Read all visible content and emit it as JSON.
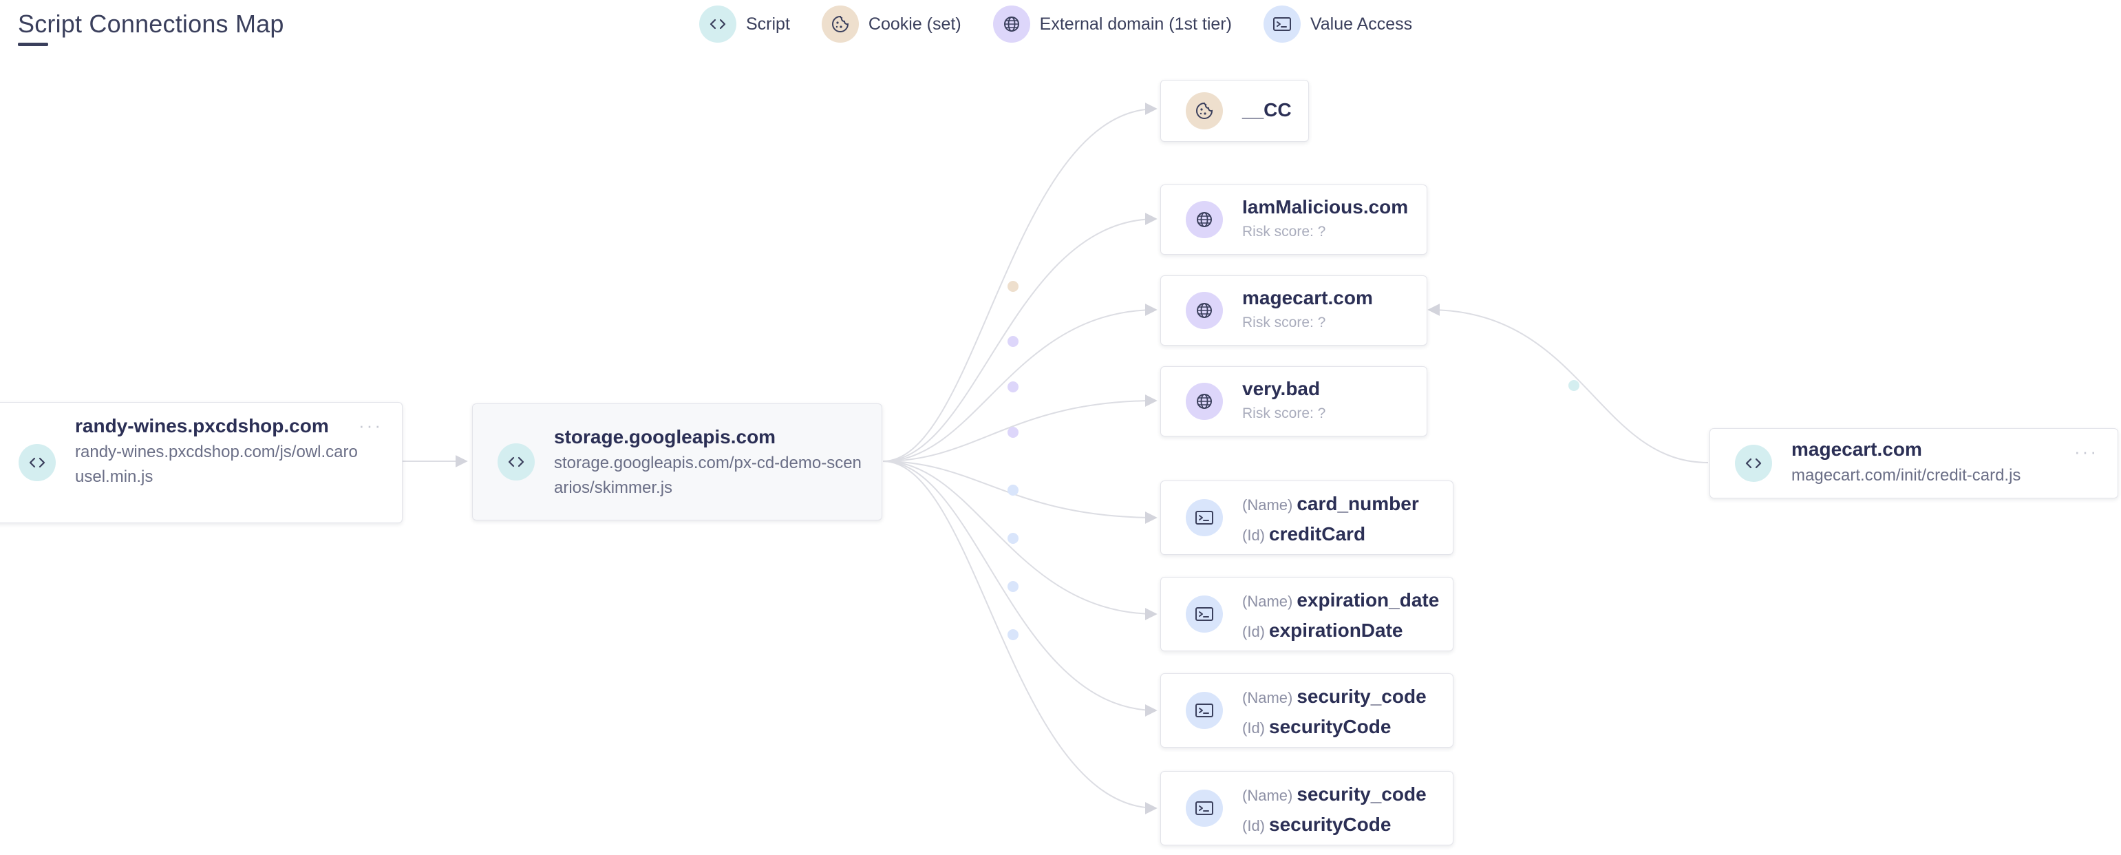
{
  "header": {
    "title": "Script Connections Map"
  },
  "legend": [
    {
      "label": "Script",
      "icon": "code-icon"
    },
    {
      "label": "Cookie (set)",
      "icon": "cookie-icon"
    },
    {
      "label": "External domain (1st tier)",
      "icon": "globe-icon"
    },
    {
      "label": "Value Access",
      "icon": "input-field-icon"
    }
  ],
  "colors": {
    "script": "#d4eef0",
    "cookie": "#eedfcd",
    "domain": "#ddd6fa",
    "value": "#d9e5fb",
    "edge": "#d8d9e0",
    "icon_stroke": "#3a3f5c"
  },
  "nodes": {
    "source": {
      "title": "randy-wines.pxcdshop.com",
      "subtitle": "randy-wines.pxcdshop.com/js/owl.carousel.min.js",
      "menu": "···"
    },
    "center": {
      "title": "storage.googleapis.com",
      "subtitle": "storage.googleapis.com/px-cd-demo-scenarios/skimmer.js"
    },
    "cookie": {
      "title": "__CC"
    },
    "domains": [
      {
        "title": "IamMalicious.com",
        "risk": "Risk score: ?"
      },
      {
        "title": "magecart.com",
        "risk": "Risk score: ?"
      },
      {
        "title": "very.bad",
        "risk": "Risk score: ?"
      }
    ],
    "values": [
      {
        "name_prefix": "(Name)",
        "name": "card_number",
        "id_prefix": "(Id)",
        "id": "creditCard"
      },
      {
        "name_prefix": "(Name)",
        "name": "expiration_date",
        "id_prefix": "(Id)",
        "id": "expirationDate"
      },
      {
        "name_prefix": "(Name)",
        "name": "security_code",
        "id_prefix": "(Id)",
        "id": "securityCode"
      },
      {
        "name_prefix": "(Name)",
        "name": "security_code",
        "id_prefix": "(Id)",
        "id": "securityCode"
      }
    ],
    "right_script": {
      "title": "magecart.com",
      "subtitle": "magecart.com/init/credit-card.js",
      "menu": "···"
    }
  }
}
